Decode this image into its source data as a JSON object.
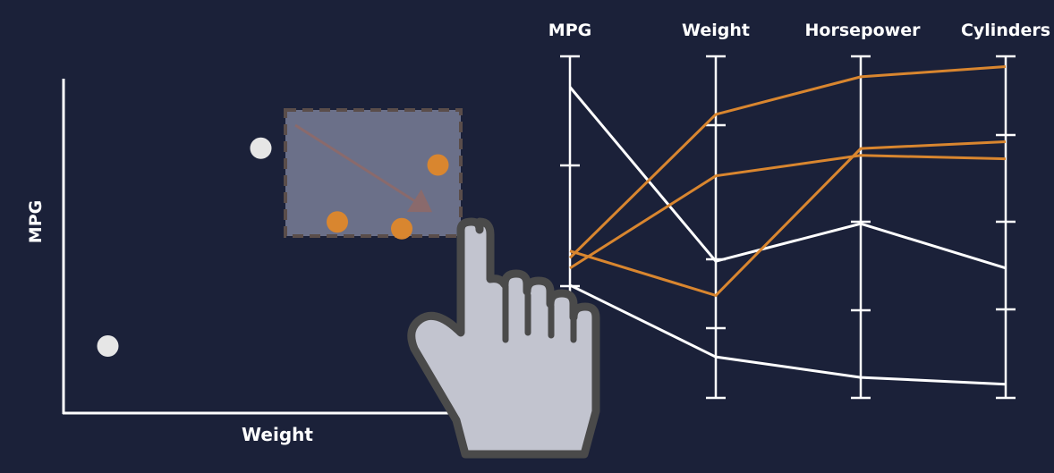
{
  "scatter": {
    "x_label": "Weight",
    "y_label": "MPG",
    "points": [
      {
        "weight": 0.49,
        "mpg": 0.79,
        "selected": false
      },
      {
        "weight": 0.11,
        "mpg": 0.2,
        "selected": false
      },
      {
        "weight": 0.93,
        "mpg": 0.74,
        "selected": true
      },
      {
        "weight": 0.68,
        "mpg": 0.57,
        "selected": true
      },
      {
        "weight": 0.84,
        "mpg": 0.55,
        "selected": true
      }
    ]
  },
  "parallel": {
    "axes": [
      "MPG",
      "Weight",
      "Horsepower",
      "Cylinders"
    ],
    "lines": [
      {
        "selected": false,
        "values": [
          0.91,
          0.4,
          0.51,
          0.38
        ]
      },
      {
        "selected": false,
        "values": [
          0.33,
          0.12,
          0.06,
          0.04
        ]
      },
      {
        "selected": true,
        "values": [
          0.41,
          0.83,
          0.94,
          0.97
        ]
      },
      {
        "selected": true,
        "values": [
          0.43,
          0.3,
          0.73,
          0.75
        ]
      },
      {
        "selected": true,
        "values": [
          0.38,
          0.65,
          0.71,
          0.7
        ]
      }
    ]
  },
  "colors": {
    "background": "#1b2139",
    "axis": "#ffffff",
    "point_default": "#e6e6e6",
    "selected": "#d9862f",
    "brush_fill": "#6b7089",
    "brush_border": "#5a4d4a",
    "hand_fill": "#c2c4cf",
    "hand_outline": "#4a4a4a"
  },
  "cursor": {
    "icon": "pointing-hand-icon"
  }
}
